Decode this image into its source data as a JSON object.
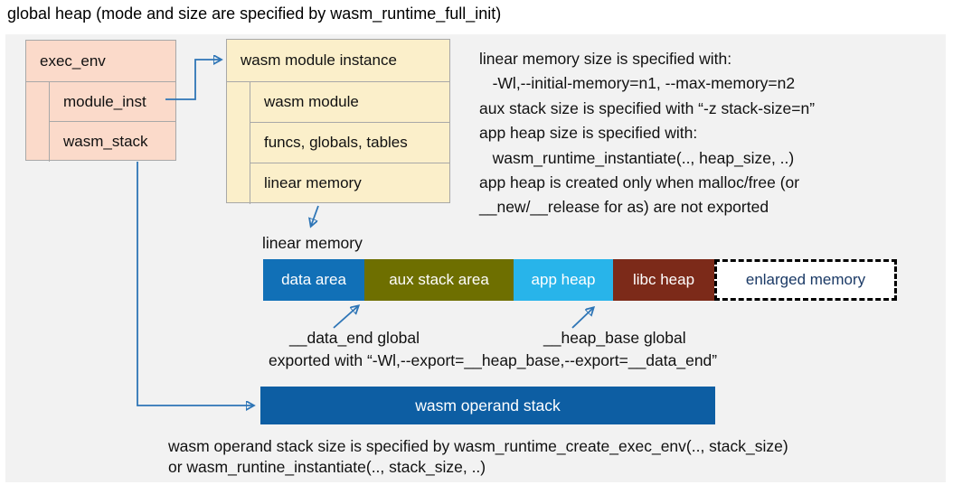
{
  "title": "global heap (mode and size are specified by wasm_runtime_full_init)",
  "exec_env": {
    "header": "exec_env",
    "rows": [
      "module_inst",
      "wasm_stack"
    ]
  },
  "module_instance": {
    "header": "wasm module instance",
    "rows": [
      "wasm module",
      "funcs, globals, tables",
      "linear memory"
    ]
  },
  "right_notes": [
    "linear memory size is specified with:",
    "   -Wl,--initial-memory=n1, --max-memory=n2",
    "aux stack size is specified with “-z stack-size=n”",
    "app heap size is specified with:",
    "   wasm_runtime_instantiate(.., heap_size, ..)",
    "app heap is created only when malloc/free (or",
    "__new/__release for as) are not exported"
  ],
  "linear_memory": {
    "label": "linear memory",
    "segments": [
      {
        "label": "data area",
        "color": "#1170B7",
        "text_color": "#FFFFFF"
      },
      {
        "label": "aux stack area",
        "color": "#6E6F00",
        "text_color": "#FFFFFF"
      },
      {
        "label": "app heap",
        "color": "#28B4EA",
        "text_color": "#FFFFFF"
      },
      {
        "label": "libc heap",
        "color": "#7C2A19",
        "text_color": "#FFFFFF"
      },
      {
        "label": "enlarged memory",
        "color": "#FFFFFF",
        "text_color": "#1B3A66"
      }
    ],
    "data_end_label": "__data_end global",
    "heap_base_label": "__heap_base global",
    "export_note": "exported with “-Wl,--export=__heap_base,--export=__data_end”"
  },
  "operand_stack": {
    "label": "wasm operand stack",
    "color": "#0D5EA3"
  },
  "bottom_notes": [
    "wasm operand stack size is specified by wasm_runtime_create_exec_env(.., stack_size)",
    "or wasm_runtine_instantiate(.., stack_size, ..)"
  ],
  "colors": {
    "canvas": "#F2F2F2",
    "box_salmon": "#FBDACA",
    "box_cream": "#FBEFCA",
    "box_border": "#A8A8A8",
    "arrow": "#2E75B6"
  }
}
